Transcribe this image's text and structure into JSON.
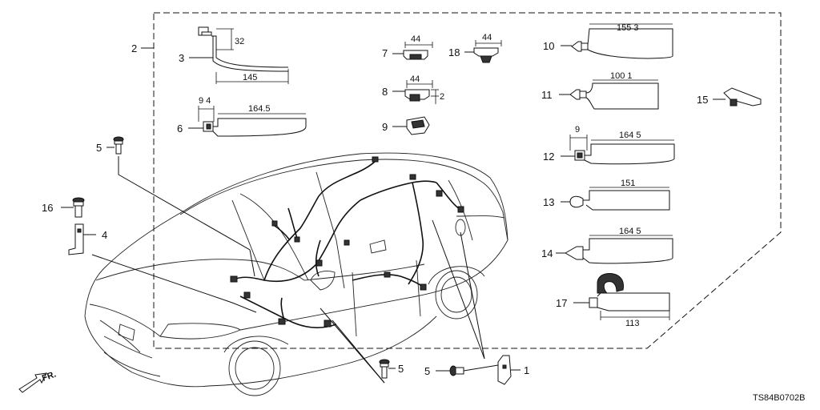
{
  "diagram": {
    "code": "TS84B0702B",
    "direction": "FR.",
    "callouts": {
      "n1": "1",
      "n2": "2",
      "n3": "3",
      "n4": "4",
      "n5a": "5",
      "n5b": "5",
      "n5c": "5",
      "n6": "6",
      "n7": "7",
      "n8": "8",
      "n9": "9",
      "n10": "10",
      "n11": "11",
      "n12": "12",
      "n13": "13",
      "n14": "14",
      "n15": "15",
      "n16": "16",
      "n17": "17",
      "n18": "18"
    },
    "dims": {
      "d3_height": "32",
      "d3_length": "145",
      "d6_offset": "9 4",
      "d6_length": "164.5",
      "d7_width": "44",
      "d8_width": "44",
      "d8_height": "2",
      "d18_width": "44",
      "d10_length": "155 3",
      "d11_length": "100 1",
      "d12_offset": "9",
      "d12_length": "164 5",
      "d13_length": "151",
      "d14_length": "164 5",
      "d17_length": "113"
    }
  }
}
